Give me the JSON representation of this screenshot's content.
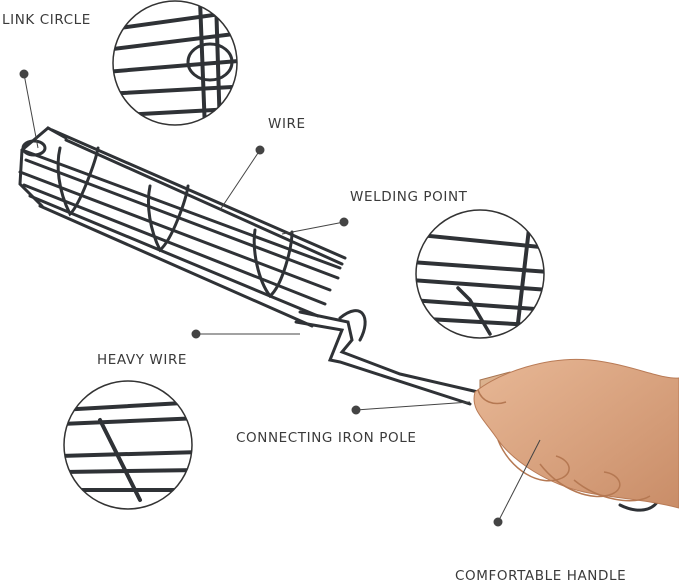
{
  "labels": {
    "link_circle": "LINK CIRCLE",
    "wire": "WIRE",
    "welding_point": "WELDING POINT",
    "heavy_wire": "HEAVY WIRE",
    "connecting_iron_pole": "CONNECTING IRON POLE",
    "comfortable_handle": "COMFORTABLE HANDLE"
  },
  "colors": {
    "background": "#ffffff",
    "wire": "#2f3236",
    "leader": "#444444",
    "wood": "#c99a74",
    "skin": "#d9a27f"
  }
}
